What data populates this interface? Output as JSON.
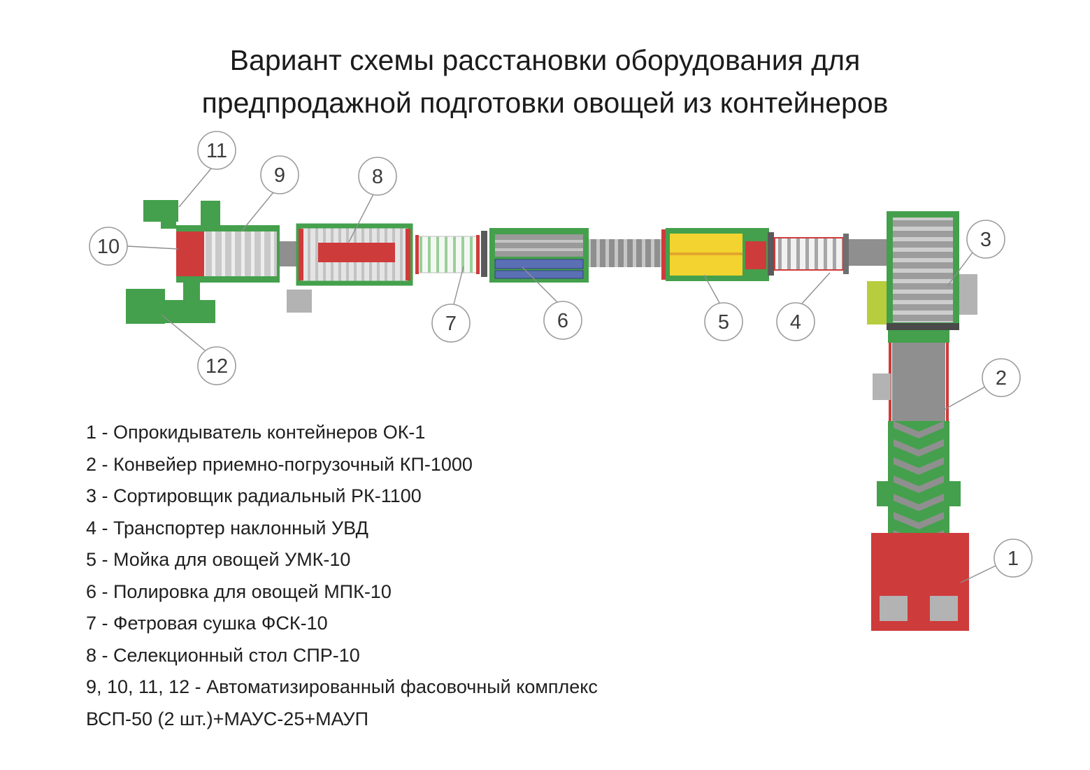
{
  "title": {
    "line1": "Вариант схемы расстановки оборудования для",
    "line2": "предпродажной подготовки овощей из контейнеров"
  },
  "legend": {
    "items": [
      "1 - Опрокидыватель контейнеров ОК-1",
      "2 - Конвейер приемно-погрузочный КП-1000",
      "3 - Сортировщик радиальный РК-1100",
      "4 - Транспортер наклонный УВД",
      "5 - Мойка для овощей УМК-10",
      "6 - Полировка для овощей МПК-10",
      "7 - Фетровая сушка ФСК-10",
      "8 - Селекционный стол СПР-10",
      "9, 10, 11, 12 - Автоматизированный фасовочный комплекс",
      "ВСП-50 (2 шт.)+МАУС-25+МАУП"
    ]
  },
  "callout_numbers": [
    "1",
    "2",
    "3",
    "4",
    "5",
    "6",
    "7",
    "8",
    "9",
    "10",
    "11",
    "12"
  ],
  "colors": {
    "green": "#44a04c",
    "red": "#ce3b3b",
    "gray": "#8f8f8f",
    "light_gray": "#b3b3b3",
    "dark_gray": "#5a5a5a",
    "yellow": "#f3d32f",
    "blue": "#5b6fb5",
    "lime": "#b7cd3e"
  }
}
